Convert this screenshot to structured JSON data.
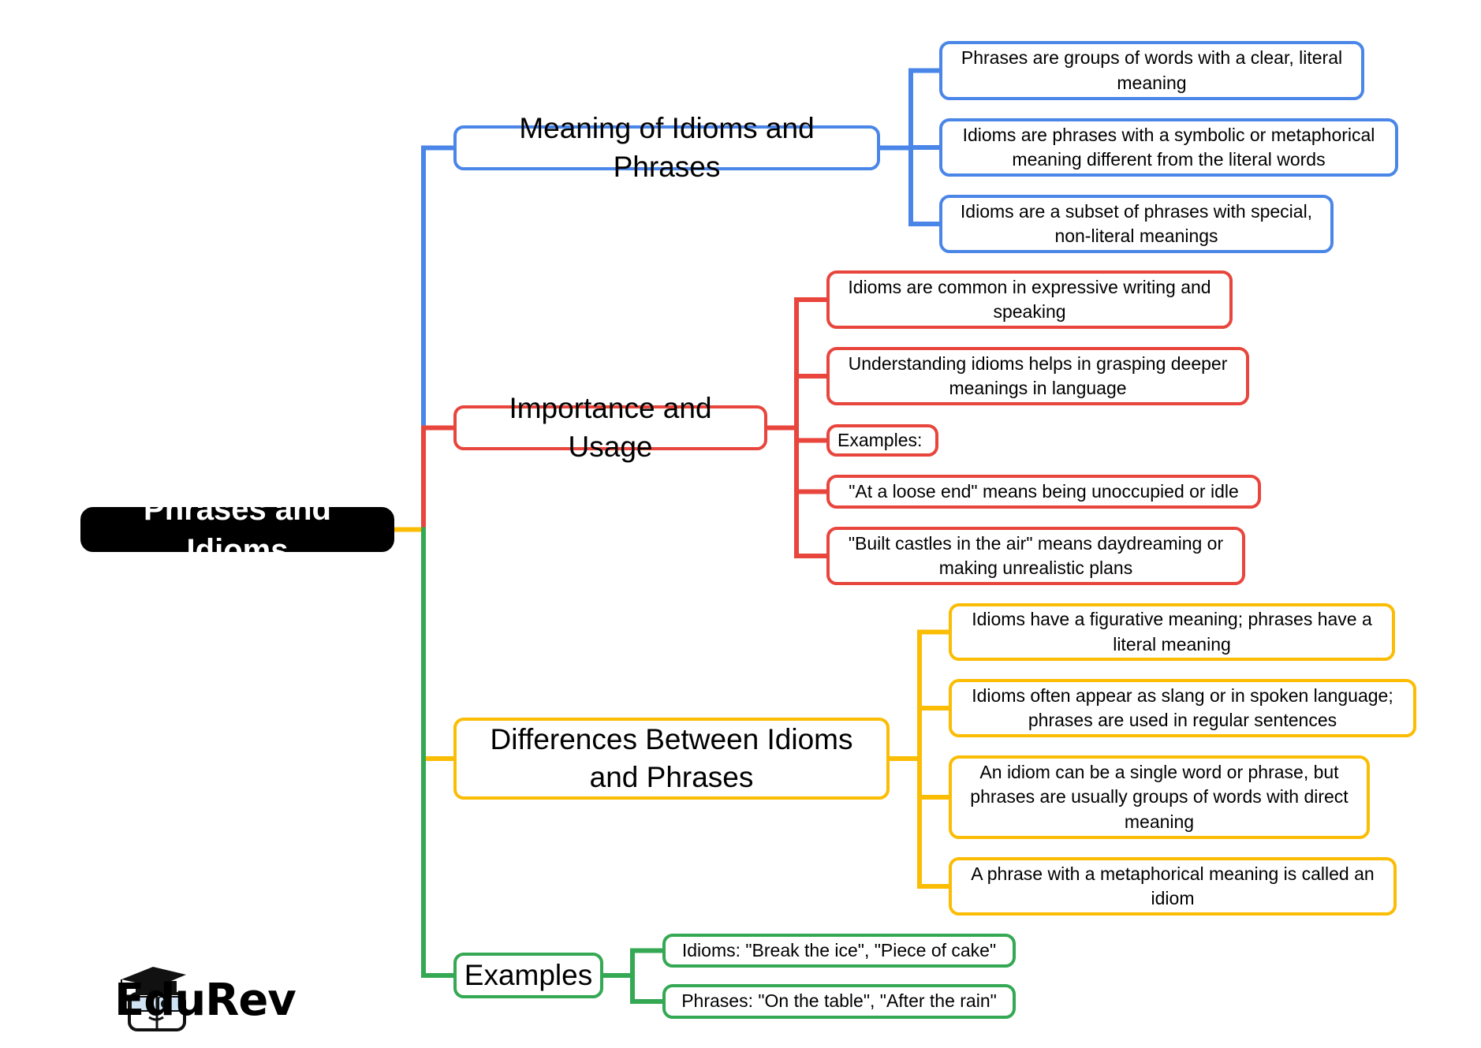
{
  "root": {
    "label": "Phrases and Idioms",
    "color": "#000000"
  },
  "branches": [
    {
      "label": "Meaning of Idioms and Phrases",
      "color": "#4a86e8",
      "children": [
        "Phrases are groups of words with a clear, literal meaning",
        "Idioms are phrases with a symbolic or metaphorical meaning different from the literal words",
        "Idioms are a subset of phrases with special, non-literal meanings"
      ]
    },
    {
      "label": "Importance and Usage",
      "color": "#e8453c",
      "children": [
        "Idioms are common in expressive writing and speaking",
        "Understanding idioms helps in grasping deeper meanings in language",
        "Examples:",
        "\"At a loose end\" means being unoccupied or idle",
        "\"Built castles in the air\" means daydreaming or making unrealistic plans"
      ]
    },
    {
      "label": "Differences Between Idioms and Phrases",
      "color": "#fbbc04",
      "children": [
        "Idioms have a figurative meaning; phrases have a literal meaning",
        "Idioms often appear as slang or in spoken language; phrases are used in regular sentences",
        "An idiom can be a single word or phrase, but phrases are usually groups of words with direct meaning",
        "A phrase with a metaphorical meaning is called an idiom"
      ]
    },
    {
      "label": "Examples",
      "color": "#34a853",
      "children": [
        "Idioms: \"Break the ice\", \"Piece of cake\"",
        "Phrases: \"On the table\", \"After the rain\""
      ]
    }
  ],
  "logo": {
    "text": "EduRev",
    "icon": "graduate-mascot-icon"
  }
}
